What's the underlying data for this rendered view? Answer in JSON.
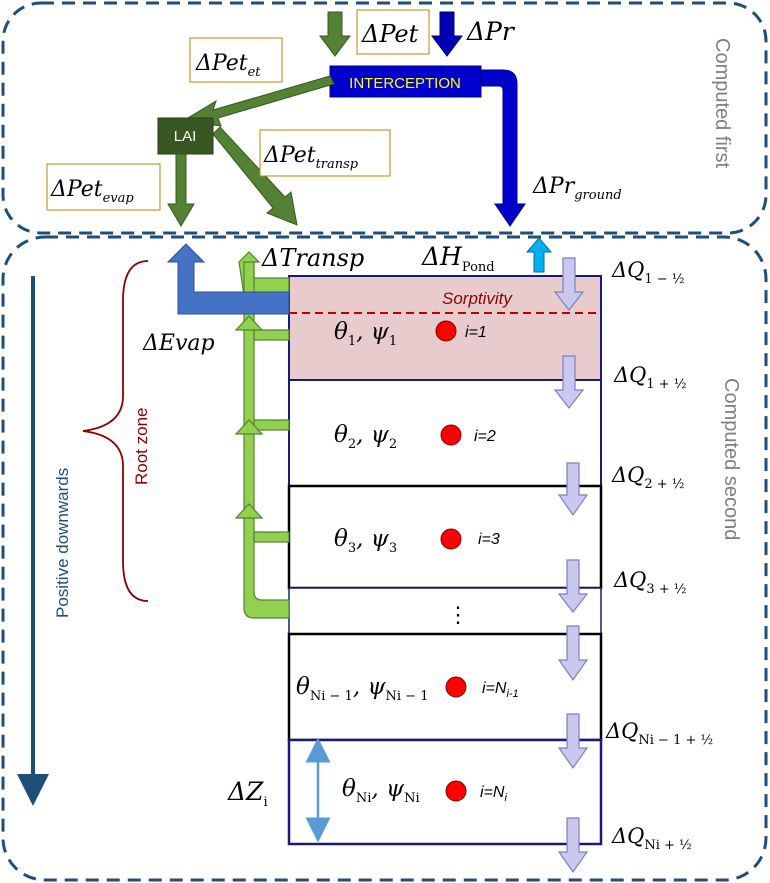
{
  "regions": {
    "first_label": "Computed first",
    "second_label": "Computed second"
  },
  "labels": {
    "pet": "ΔPet",
    "pr": "ΔPr",
    "pet_et": "ΔPet",
    "pet_et_sub": "et",
    "interception": "INTERCEPTION",
    "lai": "LAI",
    "pet_transp": "ΔPet",
    "pet_transp_sub": "transp",
    "pet_evap": "ΔPet",
    "pet_evap_sub": "evap",
    "pr_ground": "ΔPr",
    "pr_ground_sub": "ground",
    "transp": "ΔTransp",
    "h_pond": "ΔH",
    "h_pond_sub": "Pond",
    "evap": "ΔEvap",
    "sorptivity": "Sorptivity",
    "root_zone": "Root zone",
    "positive_downwards": "Positive downwards",
    "dz": "ΔZ",
    "dz_sub": "i",
    "dots": "⋮"
  },
  "layers": [
    {
      "theta": "θ",
      "theta_sub": "1",
      "psi": "ψ",
      "psi_sub": "1",
      "index": "i=1"
    },
    {
      "theta": "θ",
      "theta_sub": "2",
      "psi": "ψ",
      "psi_sub": "2",
      "index": "i=2"
    },
    {
      "theta": "θ",
      "theta_sub": "3",
      "psi": "ψ",
      "psi_sub": "3",
      "index": "i=3"
    },
    {
      "theta": "θ",
      "theta_sub": "Ni − 1",
      "psi": "ψ",
      "psi_sub": "Ni − 1",
      "index": "i=N",
      "index_sub": "i-1"
    },
    {
      "theta": "θ",
      "theta_sub": "Ni",
      "psi": "ψ",
      "psi_sub": "Ni",
      "index": "i=N",
      "index_sub": "i"
    }
  ],
  "fluxes": [
    {
      "q": "ΔQ",
      "sub": "1 − ½"
    },
    {
      "q": "ΔQ",
      "sub": "1 + ½"
    },
    {
      "q": "ΔQ",
      "sub": "2 + ½"
    },
    {
      "q": "ΔQ",
      "sub": "3 + ½"
    },
    {
      "q": "ΔQ",
      "sub": "Ni − 1 + ½"
    },
    {
      "q": "ΔQ",
      "sub": "Ni + ½"
    }
  ],
  "colors": {
    "dashed_border": "#1f4e79",
    "interception_box": "#0000cc",
    "interception_text": "#ffff00",
    "rain_arrow": "#0000b0",
    "green": "#548235",
    "light_green": "#92d050",
    "lai_box": "#385723",
    "evap_arrow": "#4472c4",
    "pond_arrow": "#00b0f0",
    "flux_arrow": "#c9c9f0",
    "sorptivity_fill": "#e8cccd",
    "root_zone": "#8b0000",
    "label_border": "#b8860b",
    "red_dot": "#ff0000",
    "dz_arrow": "#5b9bd5",
    "positive_arrow": "#1f4e79"
  }
}
